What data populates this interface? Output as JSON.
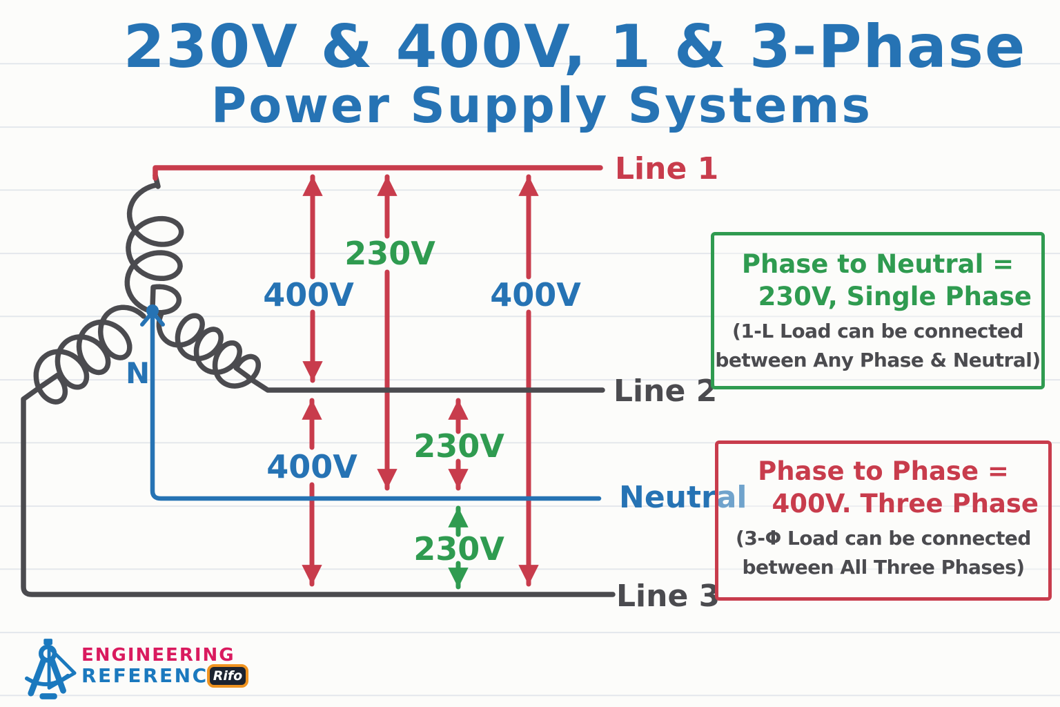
{
  "title": {
    "line1": "230V & 400V, 1 & 3-Phase",
    "line2": "Power Supply Systems"
  },
  "conductors": {
    "line1": {
      "label": "Line 1"
    },
    "line2": {
      "label": "Line 2"
    },
    "neutral": {
      "label": "Neutral"
    },
    "line3": {
      "label": "Line 3"
    },
    "star_point": {
      "label": "N"
    }
  },
  "voltages": {
    "line1_line2": {
      "label": "400V"
    },
    "line1_neutral": {
      "label": "230V"
    },
    "line1_line3": {
      "label": "400V"
    },
    "line2_line3": {
      "label": "400V"
    },
    "line2_neutral": {
      "label": "230V"
    },
    "neutral_line3": {
      "label": "230V"
    }
  },
  "info_boxes": {
    "phase_to_neutral": {
      "heading_line1": "Phase to Neutral =",
      "heading_line2": "230V, Single Phase",
      "note_line1": "(1-L Load can be connected",
      "note_line2": "between Any Phase & Neutral)"
    },
    "phase_to_phase": {
      "heading_line1": "Phase to Phase =",
      "heading_line2": "400V. Three Phase",
      "note_line1": "(3-Φ Load can be connected",
      "note_line2": "between All Three Phases)"
    }
  },
  "logo": {
    "name_line1": "ENGINEERING",
    "name_line2": "REFERENCE",
    "badge": "Rifo"
  },
  "colors": {
    "red": "#c83c4c",
    "blue": "#2673b4",
    "green": "#2f9b50",
    "dark": "#4b4b4f",
    "logo_pink": "#d91a5e",
    "logo_blue": "#1b79be",
    "badge_orange": "#ef9320",
    "badge_fill": "#1c2330"
  }
}
